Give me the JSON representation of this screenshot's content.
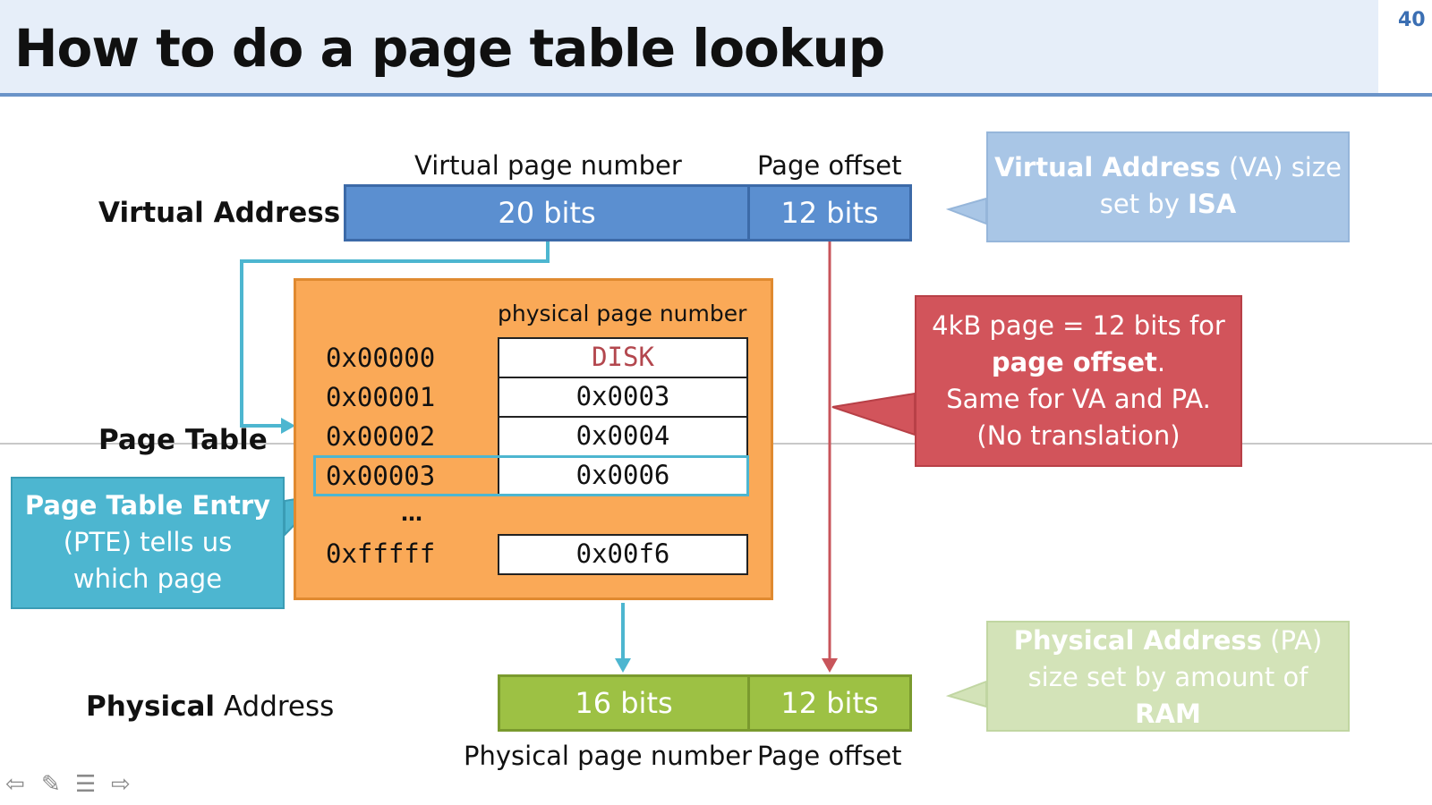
{
  "slide": {
    "title": "How to do a page table lookup",
    "number": "40"
  },
  "virtual_address": {
    "label": "Virtual Address",
    "vpn_header": "Virtual page number",
    "offset_header": "Page offset",
    "vpn_bits": "20 bits",
    "offset_bits": "12 bits"
  },
  "page_table": {
    "label": "Page Table",
    "column_header": "physical page number",
    "rows": [
      {
        "index": "0x00000",
        "value": "DISK"
      },
      {
        "index": "0x00001",
        "value": "0x0003"
      },
      {
        "index": "0x00002",
        "value": "0x0004"
      },
      {
        "index": "0x00003",
        "value": "0x0006"
      },
      {
        "index": "…",
        "value": ""
      },
      {
        "index": "0xfffff",
        "value": "0x00f6"
      }
    ]
  },
  "physical_address": {
    "label_bold": "Physical",
    "label_rest": " Address",
    "ppn_bits": "16 bits",
    "offset_bits": "12 bits",
    "ppn_footer": "Physical page number",
    "offset_footer": "Page offset"
  },
  "callouts": {
    "va_size": {
      "bold": "Virtual Address",
      "rest1": " (VA) size",
      "line2_pre": "set by ",
      "line2_bold": "ISA"
    },
    "offset_note": {
      "line1": "4kB page = 12 bits for",
      "line2_bold": "page offset",
      "line2_rest": ".",
      "line3": "Same for VA and PA.",
      "line4": "(No translation)"
    },
    "pte": {
      "line1_bold": "Page Table Entry",
      "line2": "(PTE) tells us",
      "line3": "which page"
    },
    "pa_size": {
      "bold": "Physical Address",
      "rest1": " (PA)",
      "line2": "size set by amount of",
      "line3_bold": "RAM"
    }
  },
  "colors": {
    "va_blue": "#5b8fd0",
    "pa_green": "#9dc144",
    "table_orange": "#faa957",
    "pte_teal": "#4db6d0",
    "note_red": "#d2545b",
    "va_callout": "#a9c6e6",
    "pa_callout": "#d3e3b8"
  },
  "toolbar": {
    "icons": [
      "prev-arrow-icon",
      "pen-icon",
      "menu-icon",
      "next-arrow-icon"
    ]
  }
}
